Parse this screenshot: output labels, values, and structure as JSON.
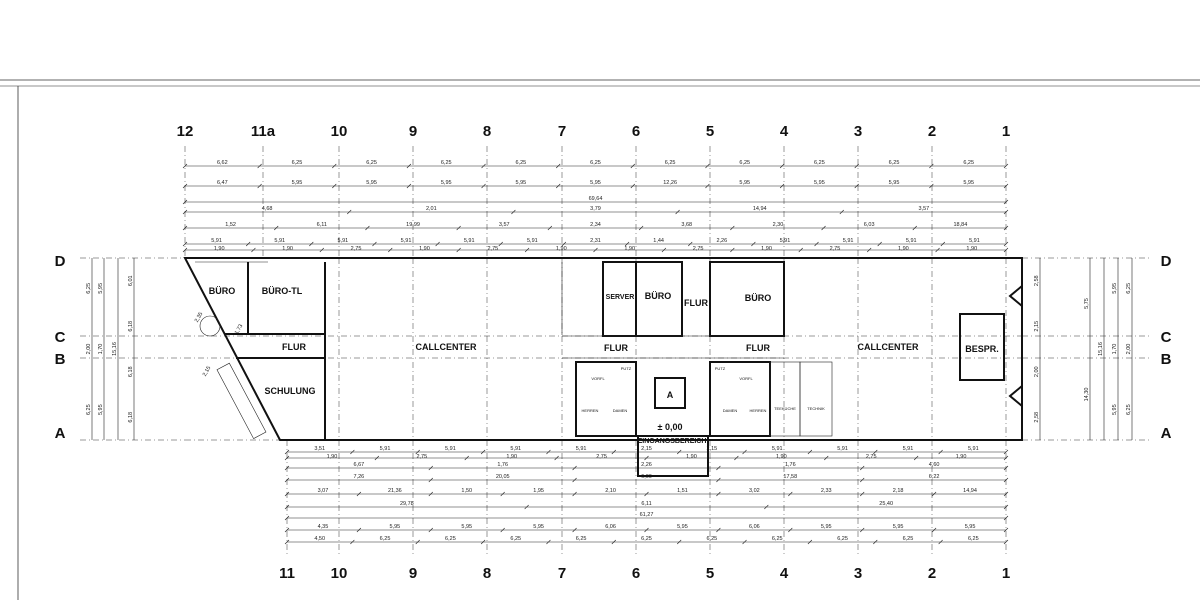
{
  "axes_top": [
    "12",
    "11a",
    "10",
    "9",
    "8",
    "7",
    "6",
    "5",
    "4",
    "3",
    "2",
    "1"
  ],
  "axes_bottom": [
    "11",
    "10",
    "9",
    "8",
    "7",
    "6",
    "5",
    "4",
    "3",
    "2",
    "1"
  ],
  "axes_rows": [
    "D",
    "C",
    "B",
    "A"
  ],
  "rooms": {
    "buero_left": "BÜRO",
    "buero_tl": "BÜRO-TL",
    "flur_left": "FLUR",
    "schulung": "SCHULUNG",
    "callcenter_left": "CALLCENTER",
    "server": "SERVER",
    "buero_mid": "BÜRO",
    "flur_mid_top": "FLUR",
    "buero_right": "BÜRO",
    "flur_mid": "FLUR",
    "flur_right": "FLUR",
    "callcenter_right": "CALLCENTER",
    "bespr": "BESPR.",
    "stair_a": "A",
    "level": "± 0,00",
    "eingang": "EINGANGSBEREICH",
    "vorfl_l": "VORFL",
    "putz_l": "PUTZ",
    "herren": "HERREN",
    "damen_l": "DAMEN",
    "putz_r": "PUTZ",
    "vorfl_r": "VORFL",
    "damen_r": "DAMEN",
    "herren_r": "HERREN",
    "technik": "TECHNIK",
    "teekuche": "TEEKÜCHE"
  },
  "dims_top": {
    "row1": [
      "6,62",
      "6,25",
      "6,25",
      "6,25",
      "6,25",
      "6,25",
      "6,25",
      "6,25",
      "6,25",
      "6,25",
      "6,25"
    ],
    "row2": [
      "6,47",
      "5,95",
      "5,95",
      "5,95",
      "5,95",
      "5,95",
      "12,26",
      "5,95",
      "5,95",
      "5,95",
      "5,95"
    ],
    "total": "69,64",
    "row4": [
      "4,68",
      "2,01",
      "3,79",
      "14,94",
      "3,57"
    ],
    "row5": [
      "1,52",
      "6,11",
      "19,99",
      "3,57",
      "2,34",
      "3,68",
      "2,30",
      "6,03",
      "18,84"
    ],
    "row6": [
      "5,91",
      "5,91",
      "5,91",
      "5,91",
      "5,91",
      "5,91",
      "2,31",
      "1,44",
      "2,26",
      "5,91",
      "5,91",
      "5,91",
      "5,91"
    ],
    "row7": [
      "1,90",
      "1,90",
      "2,75",
      "1,90",
      "2,75",
      "1,90",
      "1,90",
      "2,75",
      "1,90",
      "2,75",
      "1,90",
      "1,90"
    ]
  },
  "dims_bottom": {
    "row1": [
      "3,51",
      "5,91",
      "5,91",
      "5,91",
      "5,91",
      "2,15",
      "2,15",
      "5,91",
      "5,91",
      "5,91",
      "5,91"
    ],
    "row2": [
      "1,90",
      "2,75",
      "1,90",
      "2,75",
      "1,90",
      "1,90",
      "2,75",
      "1,90"
    ],
    "row3": [
      "6,67",
      "1,76",
      "2,26",
      "1,76",
      "4,60"
    ],
    "row4": [
      "7,26",
      "20,05",
      "6,00",
      "17,58",
      "6,22"
    ],
    "row5": [
      "3,07",
      "21,36",
      "1,50",
      "1,95",
      "2,10",
      "1,51",
      "3,02",
      "2,33",
      "2,18",
      "14,94"
    ],
    "row6": [
      "29,78",
      "6,11",
      "25,40"
    ],
    "total": "61,27",
    "row8": [
      "4,35",
      "5,95",
      "5,95",
      "5,95",
      "6,06",
      "5,95",
      "6,06",
      "5,95",
      "5,95",
      "5,95"
    ],
    "row9": [
      "4,50",
      "6,25",
      "6,25",
      "6,25",
      "6,25",
      "6,25",
      "6,25",
      "6,25",
      "6,25",
      "6,25",
      "6,25"
    ]
  },
  "dims_left": [
    "6,25",
    "2,00",
    "6,25",
    "5,95",
    "1,70",
    "5,95",
    "15,16",
    "6,01",
    "6,18",
    "6,18",
    "6,18"
  ],
  "dims_right": [
    "6,25",
    "2,00",
    "6,25",
    "5,95",
    "1,70",
    "5,95",
    "15,16",
    "5,75",
    "14,30",
    "2,58",
    "2,15",
    "2,00",
    "2,58"
  ],
  "stair_labels": [
    "2,35",
    "2,15",
    "1,73"
  ]
}
